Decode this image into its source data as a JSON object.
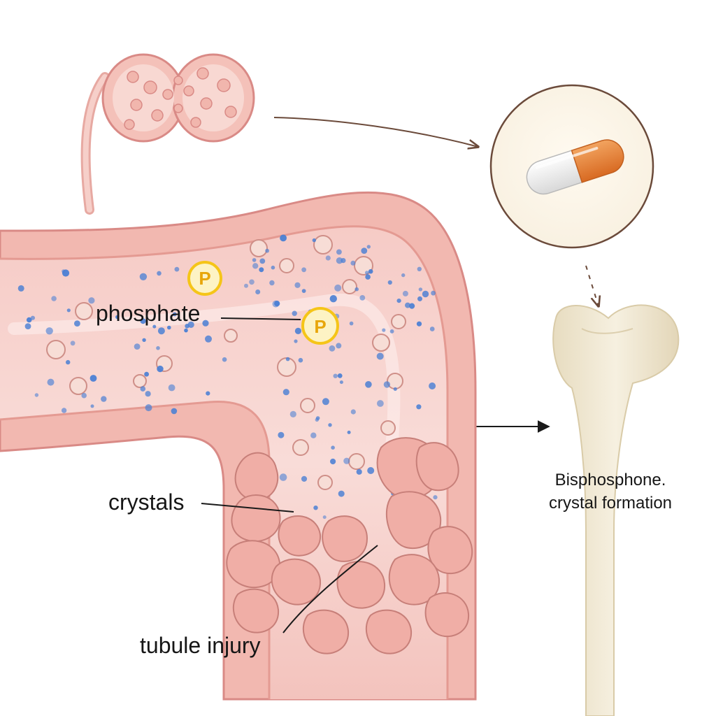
{
  "labels": {
    "phosphate": "phosphate",
    "crystals": "crystals",
    "tubule_injury": "tubule injury",
    "bisphosphonate_line1": "Bisphosphone.",
    "bisphosphonate_line2": "crystal formation"
  },
  "badges": {
    "phosphate_symbol": "P"
  },
  "colors": {
    "tubule_wall": "#f2b8b0",
    "tubule_lumen": "#f7d3cf",
    "tissue_outline": "#d98a86",
    "crystal_blue": "#4a7fd4",
    "phosphate_badge": "#f5c518",
    "capsule_orange": "#e8843a",
    "capsule_white": "#f4f4f4",
    "bone": "#eee5cf",
    "arrow": "#1a1a1a"
  },
  "icons": {
    "kidney": "kidney-icon",
    "capsule": "capsule-icon",
    "bone": "bone-icon",
    "phosphate_badge": "phosphate-badge-icon"
  }
}
